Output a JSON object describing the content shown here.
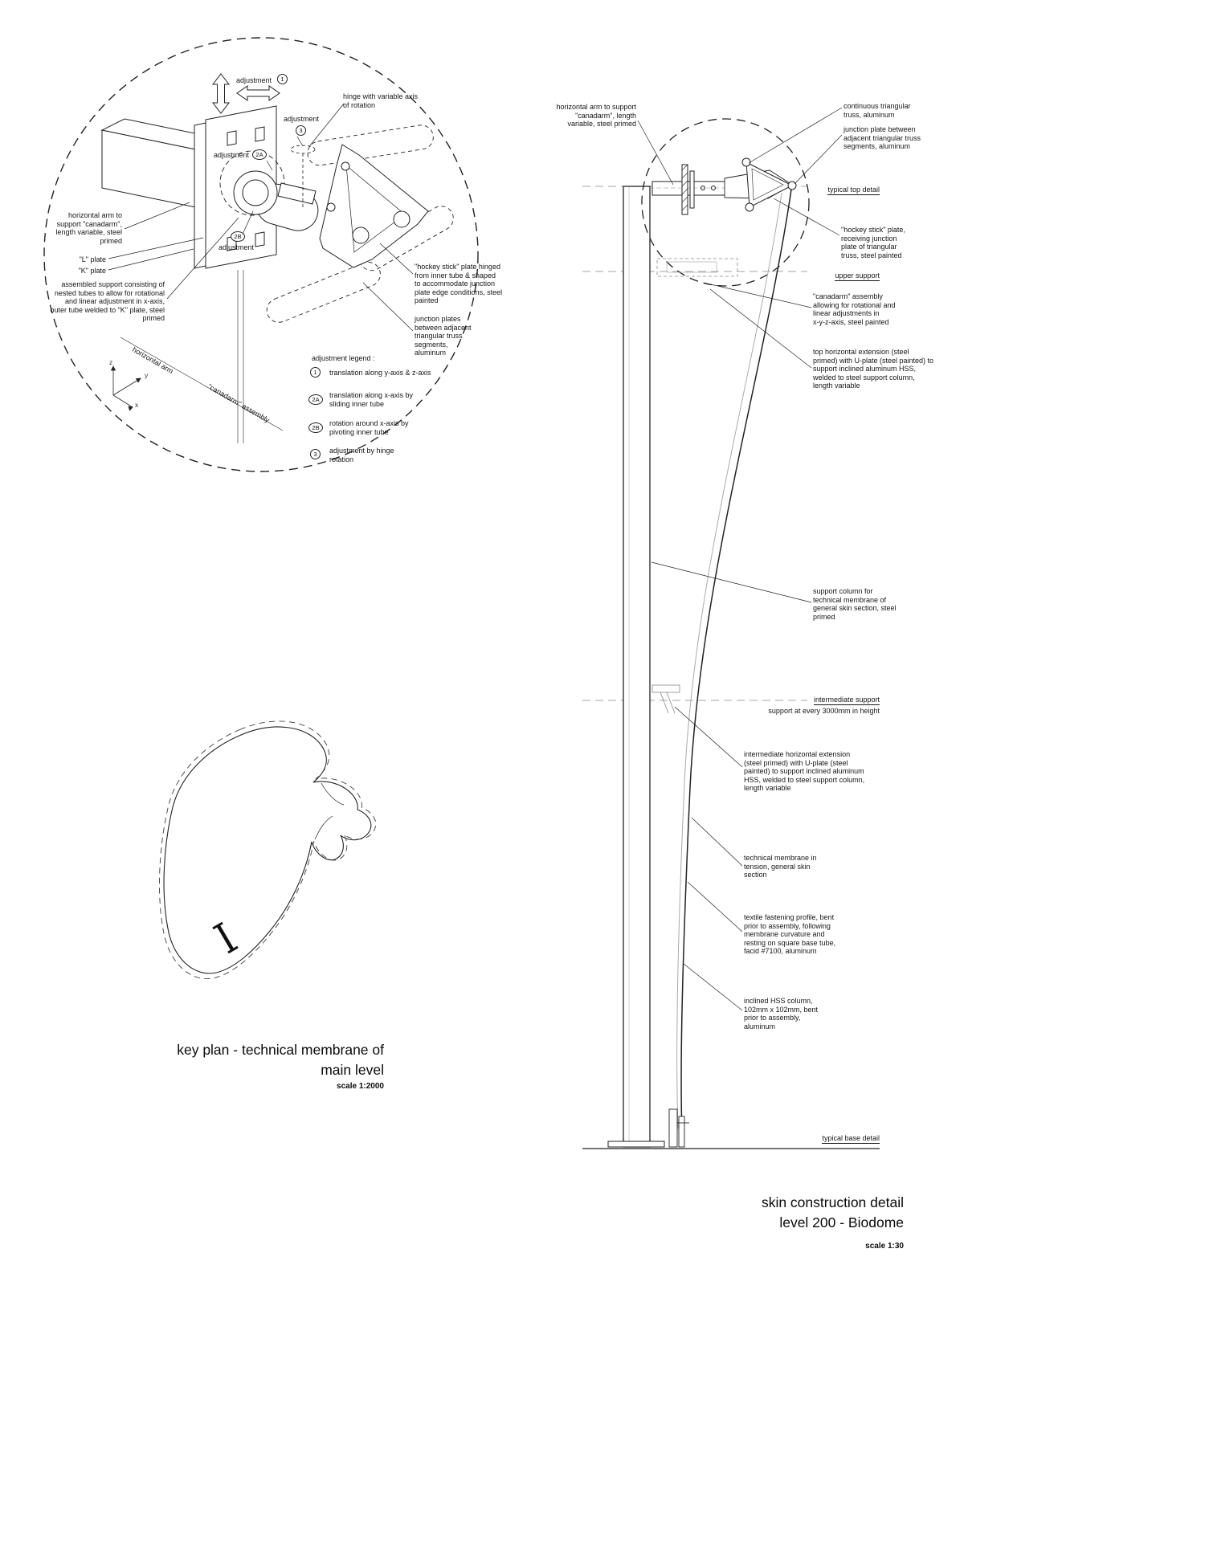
{
  "canadarm_detail": {
    "markers": {
      "m1": "1",
      "m2a": "2A",
      "m2b": "2B",
      "m3": "3"
    },
    "labels": {
      "adjustment1": "adjustment",
      "adjustment2a": "adjustment",
      "adjustment2b": "adjustment",
      "adjustment3": "adjustment",
      "hinge": "hinge with variable axis\nof rotation",
      "horizontal_arm": "horizontal arm to\nsupport \"canadarm\",\nlength variable, steel\nprimed",
      "l_plate": "\"L\" plate",
      "k_plate": "\"K\" plate",
      "assembled_support": "assembled support consisting of\nnested tubes to allow for rotational\nand linear adjustment in x-axis,\nouter tube welded to \"K\" plate, steel\nprimed",
      "hockey_stick": "\"hockey stick\" plate hinged\nfrom inner tube & shaped\nto accommodate junction\nplate edge conditions, steel\npainted",
      "junction_plates": "junction plates\nbetween adjacent\ntriangular truss\nsegments,\naluminum",
      "axis_arm": "horizontal arm",
      "axis_assembly": "\"canadarm\" assembly",
      "axis_x": "x",
      "axis_y": "y",
      "axis_z": "z"
    },
    "legend": {
      "title": "adjustment legend :",
      "items": [
        {
          "key": "1",
          "text": "translation along y-axis & z-axis"
        },
        {
          "key": "2A",
          "text": "translation along x-axis by\nsliding inner tube"
        },
        {
          "key": "2B",
          "text": "rotation around x-axis by\npivoting inner tube"
        },
        {
          "key": "3",
          "text": "adjustment by hinge\nrotation"
        }
      ]
    }
  },
  "key_plan": {
    "title": "key plan - technical membrane of\nmain level",
    "scale": "scale 1:2000"
  },
  "section": {
    "labels": {
      "horizontal_arm": "horizontal arm to support\n\"canadarm\", length\nvariable, steel primed",
      "continuous_truss": "continuous triangular\ntruss, aluminum",
      "junction_plate": "junction plate between\nadjacent triangular truss\nsegments, aluminum",
      "typical_top_detail": "typical top detail",
      "hockey_stick_plate": "\"hockey stick\" plate,\nreceiving junction\nplate of triangular\ntruss, steel painted",
      "upper_support": "upper support",
      "canadarm_assembly": "\"canadarm\" assembly\nallowing for rotational and\nlinear adjustments in\nx-y-z-axis, steel painted",
      "top_horizontal_extension": "top horizontal extension (steel\nprimed) with U-plate (steel painted) to\nsupport inclined aluminum HSS,\nwelded to steel support column,\nlength variable",
      "support_column": "support column for\ntechnical membrane of\ngeneral skin section, steel\nprimed",
      "intermediate_support": "intermediate support",
      "intermediate_support_note": "support at every 3000mm in height",
      "intermediate_extension": "intermediate horizontal extension\n(steel primed) with U-plate (steel\npainted) to support inclined aluminum\nHSS, welded to steel support column,\nlength variable",
      "membrane": "technical membrane in\ntension, general skin\nsection",
      "textile_profile": "textile fastening profile, bent\nprior to assembly, following\nmembrane curvature and\nresting on square base tube,\nfacid #7100, aluminum",
      "inclined_hss": "inclined HSS column,\n102mm x 102mm, bent\nprior to assembly,\naluminum",
      "typical_base_detail": "typical base detail"
    },
    "title": "skin construction detail\nlevel 200 - Biodome",
    "scale": "scale 1:30"
  }
}
